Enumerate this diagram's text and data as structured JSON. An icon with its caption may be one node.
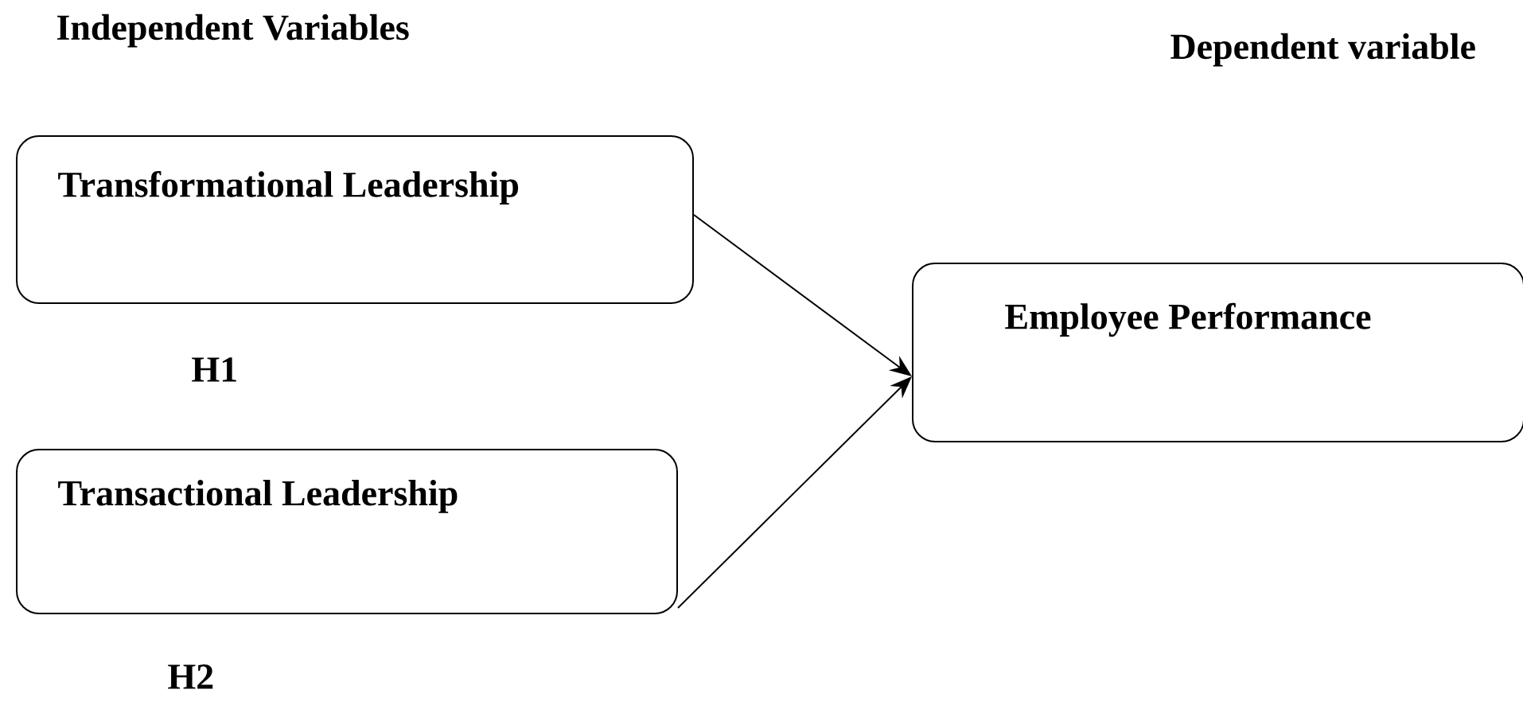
{
  "diagram": {
    "nodes": [
      {
        "text": [
          "Transformational Leadership"
        ]
      },
      {
        "text": [
          "Transactional Leadership"
        ]
      },
      {
        "text": [
          "Employee Performance"
        ]
      }
    ],
    "edges": [
      {
        "from": 0,
        "to": 2,
        "arrow": "to"
      },
      {
        "from": 1,
        "to": 2,
        "arrow": "to"
      }
    ],
    "labels": [
      "Independent Variables",
      "Dependent variable",
      "H1",
      "H2"
    ]
  }
}
